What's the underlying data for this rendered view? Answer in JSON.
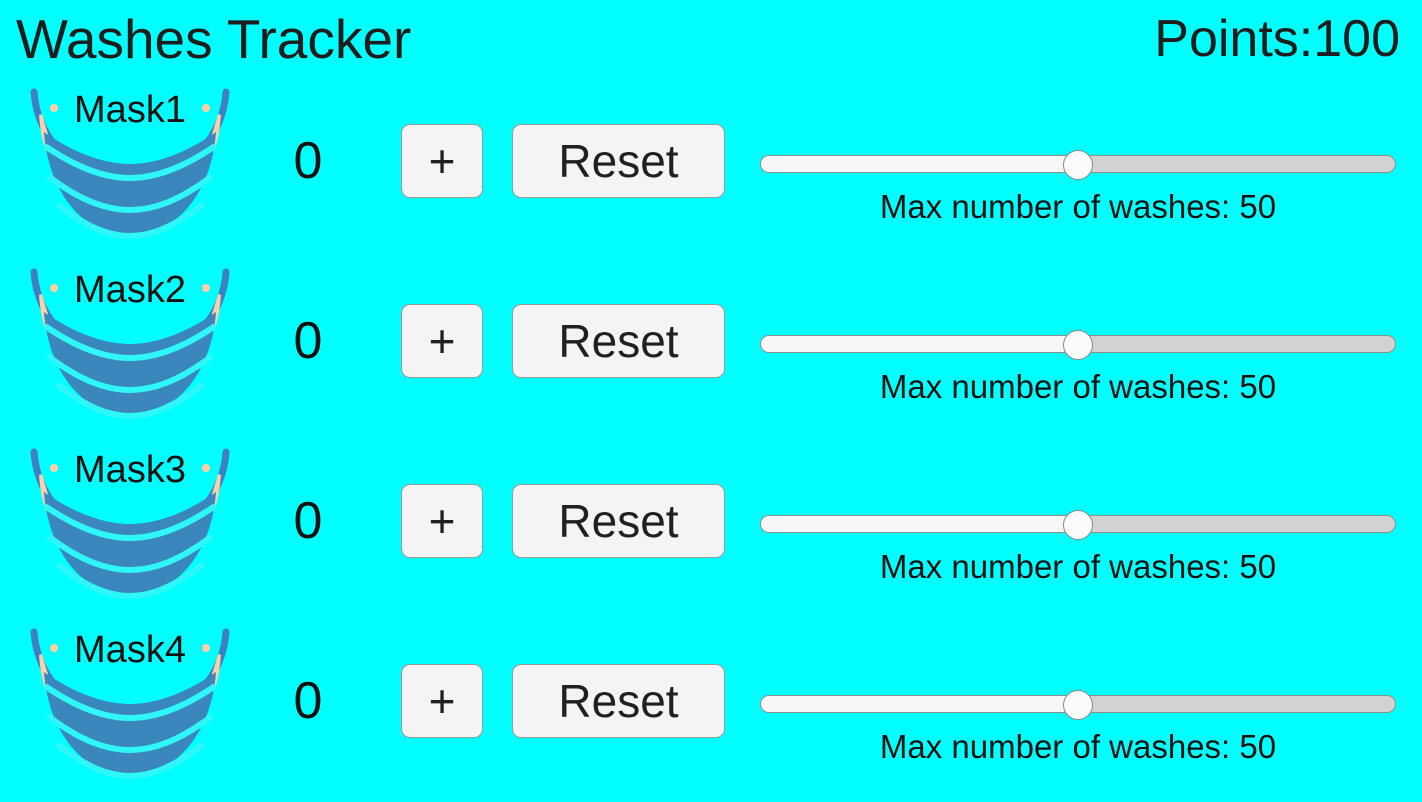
{
  "header": {
    "title": "Washes Tracker",
    "points_label": "Points:100"
  },
  "controls": {
    "increment_label": "+",
    "reset_label": "Reset"
  },
  "colors": {
    "background": "#00ffff",
    "mask_body": "#3a86bd",
    "mask_strap": "#3f7fc4",
    "mask_ear": "#fdd0a8",
    "button_face": "#f4f4f4",
    "button_border": "#9a9a9a",
    "slider_track": "#d2d2d2",
    "slider_fill": "#f7f7f7",
    "slider_thumb": "#fbfbfb",
    "text": "#111111"
  },
  "rows": [
    {
      "name": "Mask1",
      "count": "0",
      "slider_percent": 50,
      "max_washes_label": "Max number of washes: 50",
      "icon": "face-mask-icon"
    },
    {
      "name": "Mask2",
      "count": "0",
      "slider_percent": 50,
      "max_washes_label": "Max number of washes: 50",
      "icon": "face-mask-icon"
    },
    {
      "name": "Mask3",
      "count": "0",
      "slider_percent": 50,
      "max_washes_label": "Max number of washes: 50",
      "icon": "face-mask-icon"
    },
    {
      "name": "Mask4",
      "count": "0",
      "slider_percent": 50,
      "max_washes_label": "Max number of washes: 50",
      "icon": "face-mask-icon"
    }
  ]
}
